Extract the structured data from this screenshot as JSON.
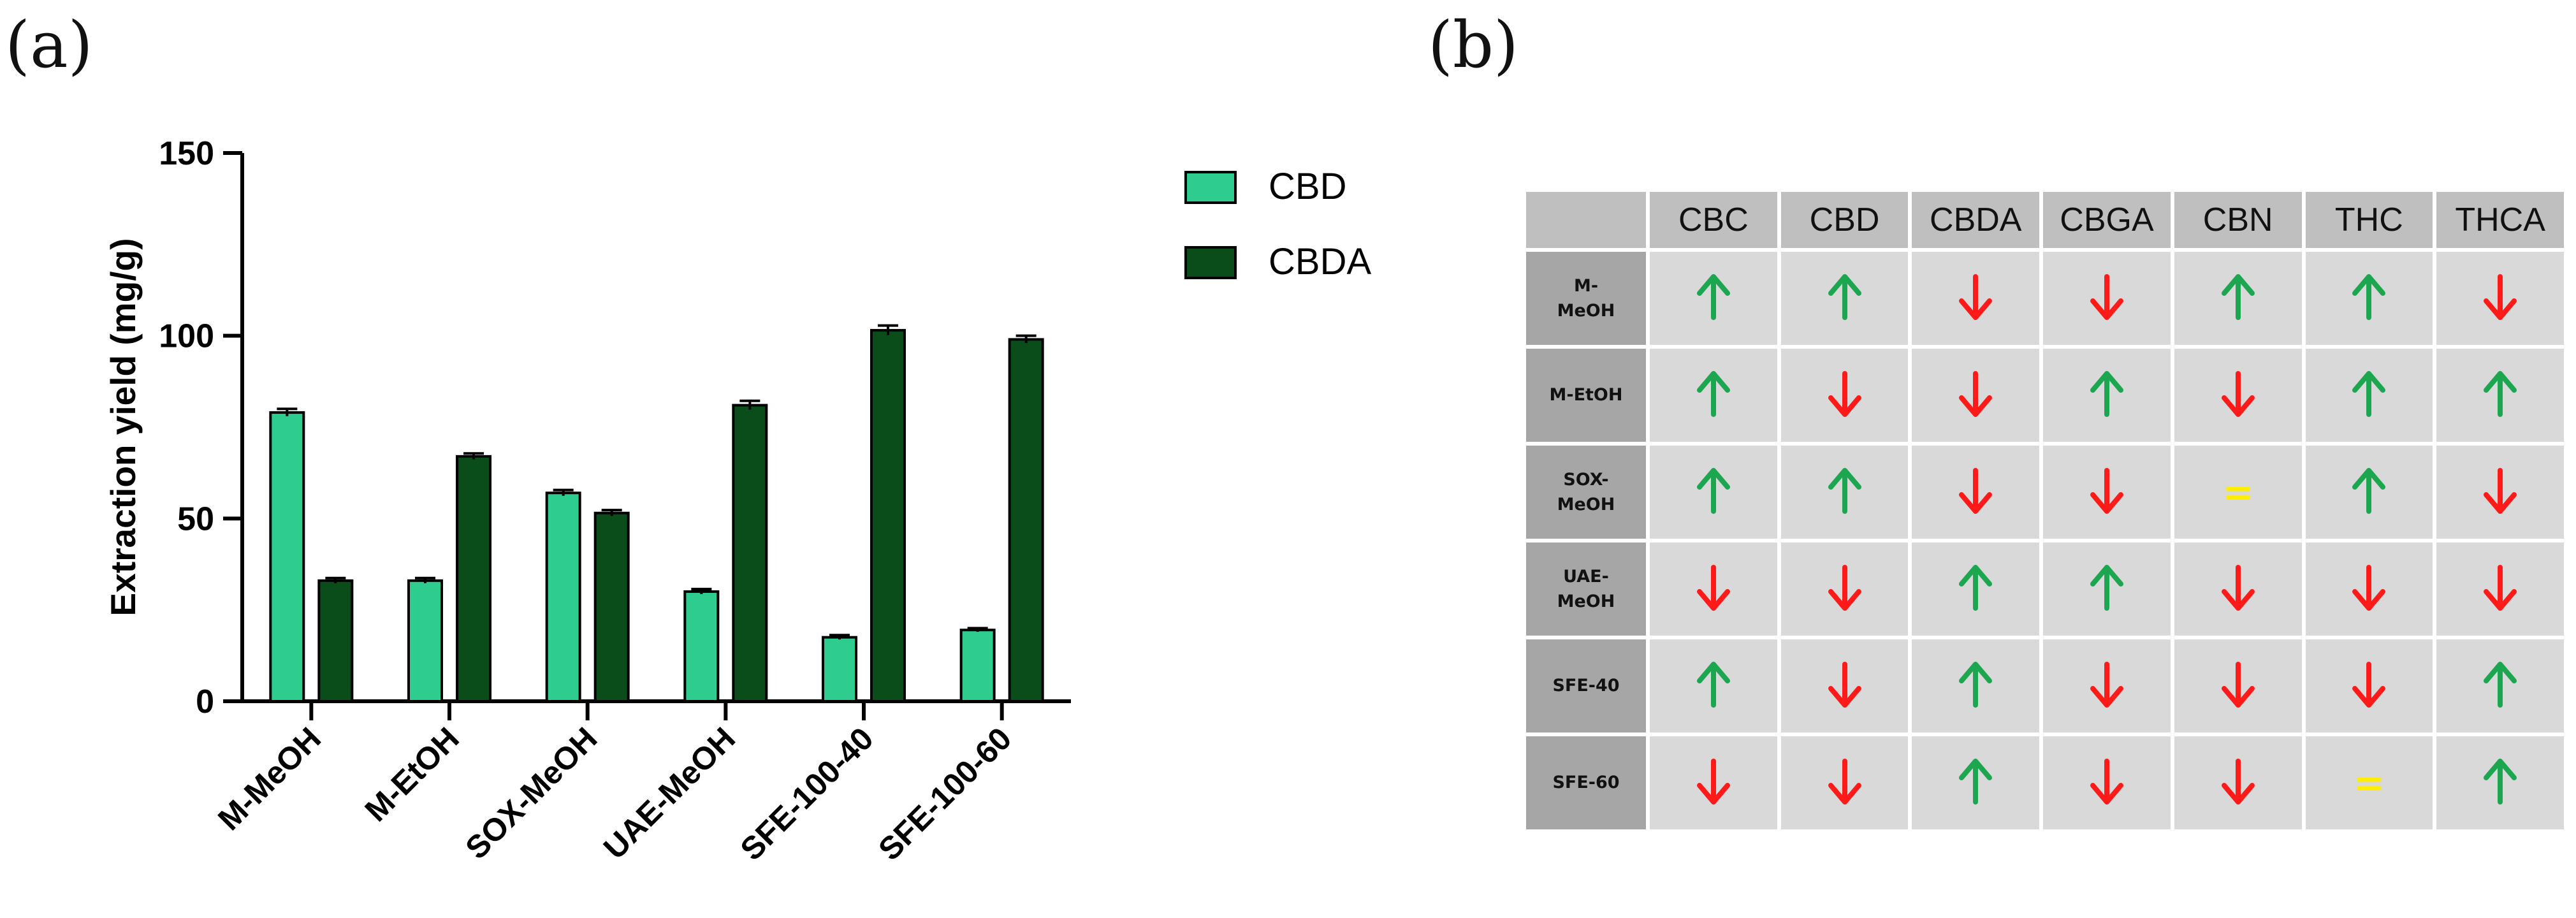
{
  "panel_labels": {
    "a": "(a)",
    "b": "(b)"
  },
  "chart_data": {
    "type": "bar",
    "categories": [
      "M-MeOH",
      "M-EtOH",
      "SOX-MeOH",
      "UAE-MeOH",
      "SFE-100-40",
      "SFE-100-60"
    ],
    "series": [
      {
        "name": "CBD",
        "values": [
          79,
          33,
          57,
          30,
          17.5,
          19.5
        ],
        "errors": [
          1,
          0.7,
          0.8,
          0.7,
          0.6,
          0.5
        ]
      },
      {
        "name": "CBDA",
        "values": [
          33,
          67,
          51.5,
          81,
          101.5,
          99
        ],
        "errors": [
          0.7,
          0.8,
          0.8,
          1.2,
          1.3,
          1.0
        ]
      }
    ],
    "ylabel": "Extraction yield (mg/g)",
    "xlabel": "",
    "ylim": [
      0,
      150
    ],
    "yticks": [
      0,
      50,
      100,
      150
    ],
    "legend_position": "top-right",
    "grid": false,
    "colors": {
      "CBD": "#2ecc8f",
      "CBDA": "#0a4d1a"
    }
  },
  "table": {
    "corner": "",
    "columns": [
      "CBC",
      "CBD",
      "CBDA",
      "CBGA",
      "CBN",
      "THC",
      "THCA"
    ],
    "rows": [
      {
        "label_lines": [
          "M-",
          "MeOH"
        ],
        "values": [
          "up",
          "up",
          "down",
          "down",
          "up",
          "up",
          "down"
        ]
      },
      {
        "label_lines": [
          "M-EtOH"
        ],
        "values": [
          "up",
          "down",
          "down",
          "up",
          "down",
          "up",
          "up"
        ]
      },
      {
        "label_lines": [
          "SOX-",
          "MeOH"
        ],
        "values": [
          "up",
          "up",
          "down",
          "down",
          "equal",
          "up",
          "down"
        ]
      },
      {
        "label_lines": [
          "UAE-",
          "MeOH"
        ],
        "values": [
          "down",
          "down",
          "up",
          "up",
          "down",
          "down",
          "down"
        ]
      },
      {
        "label_lines": [
          "SFE-40"
        ],
        "values": [
          "up",
          "down",
          "up",
          "down",
          "down",
          "down",
          "up"
        ]
      },
      {
        "label_lines": [
          "SFE-60"
        ],
        "values": [
          "down",
          "down",
          "up",
          "down",
          "down",
          "equal",
          "up"
        ]
      }
    ],
    "symbols": {
      "up": "up-arrow-icon",
      "down": "down-arrow-icon",
      "equal": "="
    },
    "symbol_colors": {
      "up": "#1ba64f",
      "down": "#ff1a1a",
      "equal": "#ffee00"
    }
  }
}
